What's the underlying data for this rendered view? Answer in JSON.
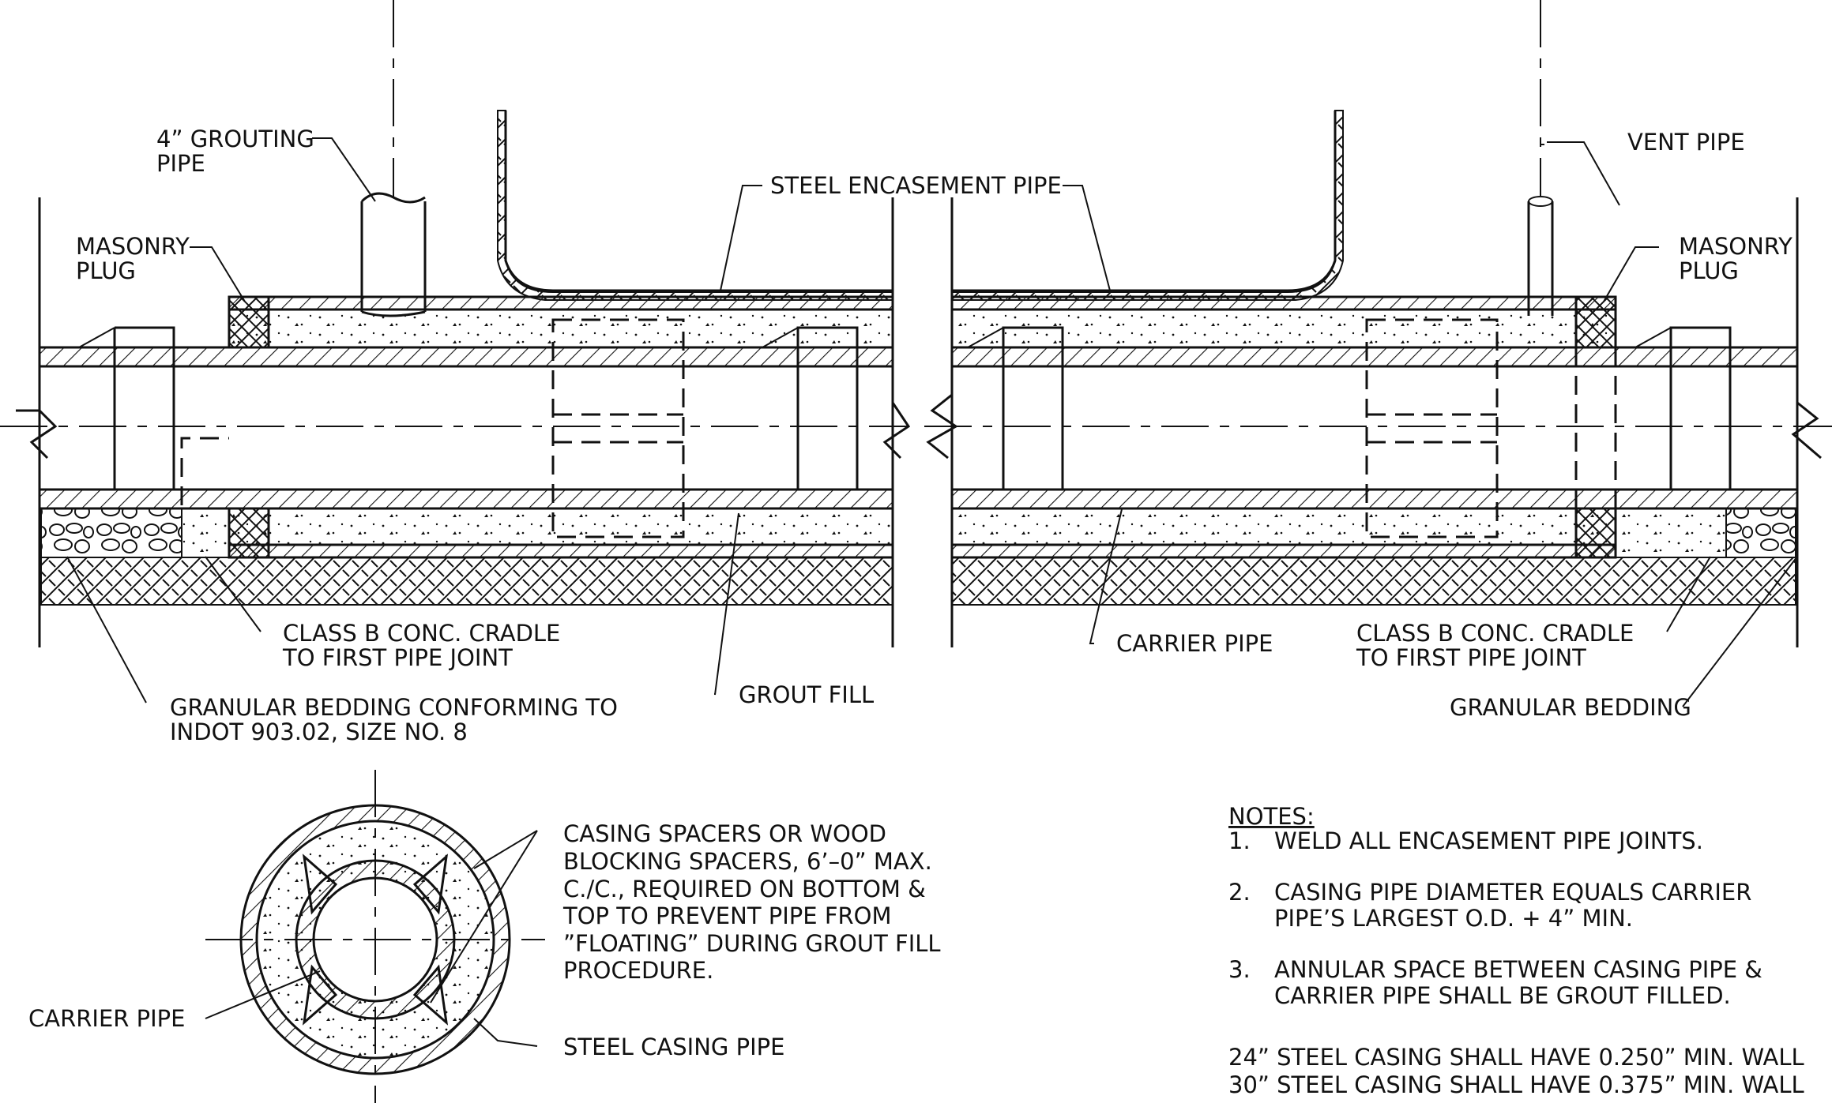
{
  "section_left": {
    "grouting_pipe": [
      "4” GROUTING",
      "PIPE"
    ],
    "masonry_plug": [
      "MASONRY",
      "PLUG"
    ],
    "steel_encasement_pipe": "STEEL ENCASEMENT PIPE",
    "class_b_cradle": [
      "CLASS B CONC. CRADLE",
      "TO FIRST PIPE JOINT"
    ],
    "grout_fill": "GROUT FILL",
    "granular_bedding": [
      "GRANULAR BEDDING CONFORMING TO",
      "INDOT 903.02, SIZE NO. 8"
    ]
  },
  "section_right": {
    "vent_pipe": "VENT PIPE",
    "masonry_plug": [
      "MASONRY",
      "PLUG"
    ],
    "carrier_pipe": "CARRIER PIPE",
    "class_b_cradle": [
      "CLASS B CONC. CRADLE",
      "TO FIRST PIPE JOINT"
    ],
    "granular_bedding": "GRANULAR BEDDING"
  },
  "cross_section": {
    "spacers": [
      "CASING SPACERS OR WOOD",
      "BLOCKING SPACERS, 6’–0” MAX.",
      "C./C., REQUIRED ON BOTTOM &",
      "TOP TO PREVENT PIPE FROM",
      "”FLOATING” DURING GROUT FILL",
      "PROCEDURE."
    ],
    "carrier_pipe": "CARRIER PIPE",
    "steel_casing_pipe": "STEEL CASING PIPE"
  },
  "notes": {
    "heading": "NOTES:",
    "items": [
      {
        "num": "1.",
        "lines": [
          "WELD ALL ENCASEMENT PIPE JOINTS."
        ]
      },
      {
        "num": "2.",
        "lines": [
          "CASING PIPE DIAMETER EQUALS CARRIER",
          "PIPE’S LARGEST O.D. + 4” MIN."
        ]
      },
      {
        "num": "3.",
        "lines": [
          "ANNULAR SPACE BETWEEN CASING PIPE &",
          "CARRIER PIPE SHALL BE GROUT FILLED."
        ]
      }
    ],
    "wall": [
      "24” STEEL CASING SHALL HAVE 0.250” MIN. WALL",
      "30” STEEL CASING SHALL HAVE 0.375” MIN. WALL"
    ]
  }
}
